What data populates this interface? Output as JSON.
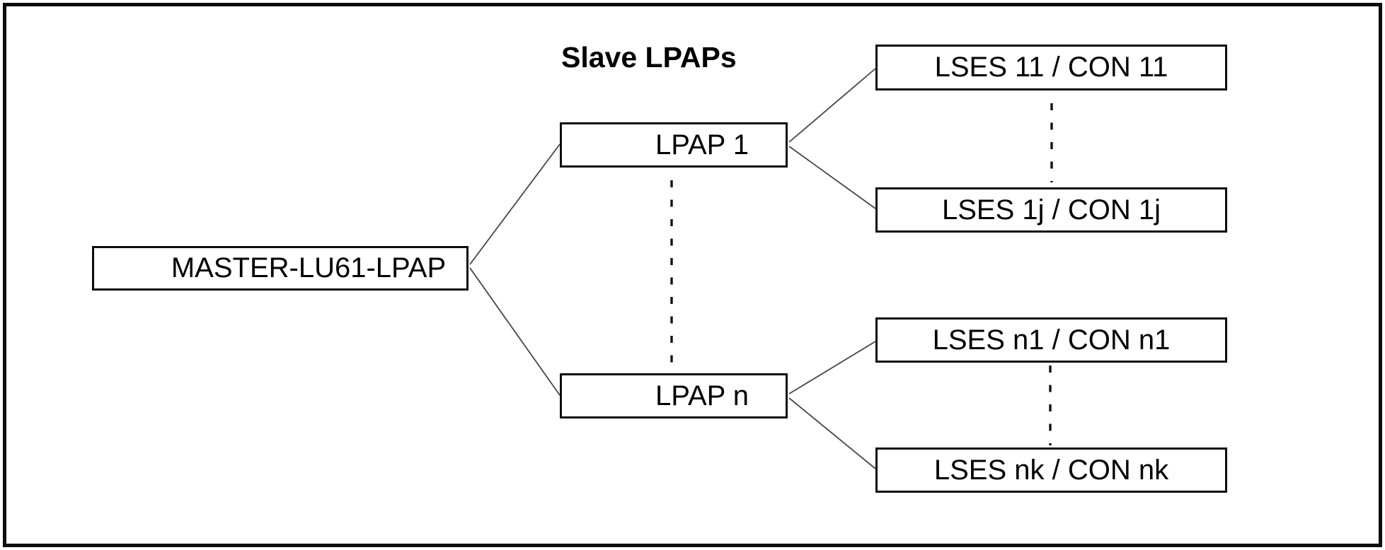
{
  "diagram": {
    "title": "Slave LPAPs",
    "nodes": {
      "master": {
        "label": "MASTER-LU61-LPAP"
      },
      "lpap1": {
        "label": "LPAP 1"
      },
      "lpapn": {
        "label": "LPAP n"
      },
      "lses11": {
        "label": "LSES 11 / CON 11"
      },
      "lses1j": {
        "label": "LSES 1j / CON 1j"
      },
      "lsesn1": {
        "label": "LSES n1 / CON n1"
      },
      "lsesnk": {
        "label": "LSES nk / CON nk"
      }
    },
    "edges": {
      "solid": [
        {
          "from": "master",
          "to": "lpap1"
        },
        {
          "from": "master",
          "to": "lpapn"
        },
        {
          "from": "lpap1",
          "to": "lses11"
        },
        {
          "from": "lpap1",
          "to": "lses1j"
        },
        {
          "from": "lpapn",
          "to": "lsesn1"
        },
        {
          "from": "lpapn",
          "to": "lsesnk"
        }
      ],
      "dashed_ellipsis": [
        {
          "between": [
            "lpap1",
            "lpapn"
          ]
        },
        {
          "between": [
            "lses11",
            "lses1j"
          ]
        },
        {
          "between": [
            "lsesn1",
            "lsesnk"
          ]
        }
      ]
    },
    "colors": {
      "background": "#ffffff",
      "border": "#0d0d0d",
      "text": "#000000",
      "connector": "#454545"
    }
  }
}
